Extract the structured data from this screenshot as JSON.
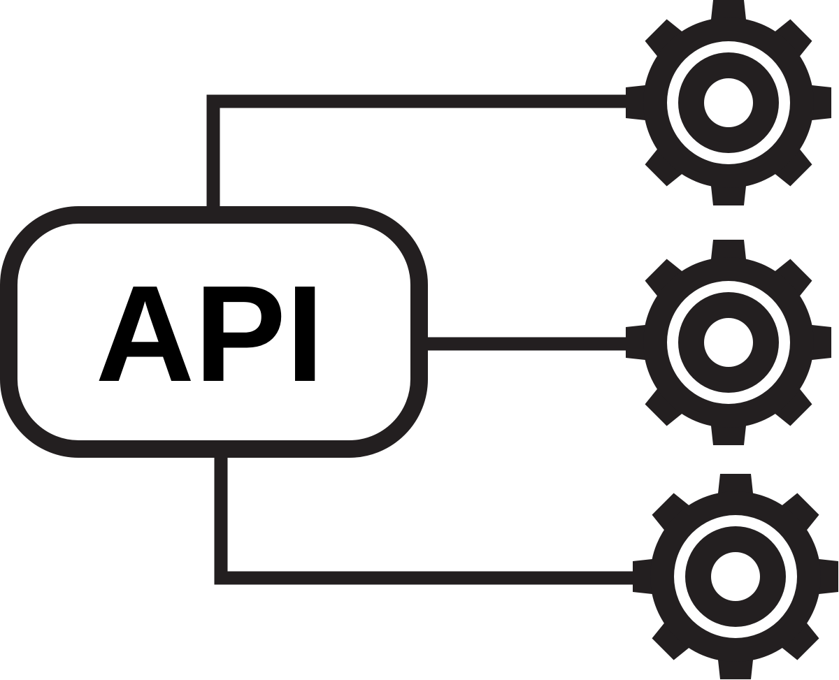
{
  "diagram": {
    "api_label": "API",
    "colors": {
      "ink": "#231f20",
      "background": "#ffffff",
      "text": "#000000"
    },
    "nodes": [
      {
        "id": "api",
        "type": "rounded-box",
        "label_ref": "api_label"
      },
      {
        "id": "service-1",
        "type": "gear-icon"
      },
      {
        "id": "service-2",
        "type": "gear-icon"
      },
      {
        "id": "service-3",
        "type": "gear-icon"
      }
    ],
    "edges": [
      {
        "from": "api",
        "to": "service-1"
      },
      {
        "from": "api",
        "to": "service-2"
      },
      {
        "from": "api",
        "to": "service-3"
      }
    ]
  }
}
